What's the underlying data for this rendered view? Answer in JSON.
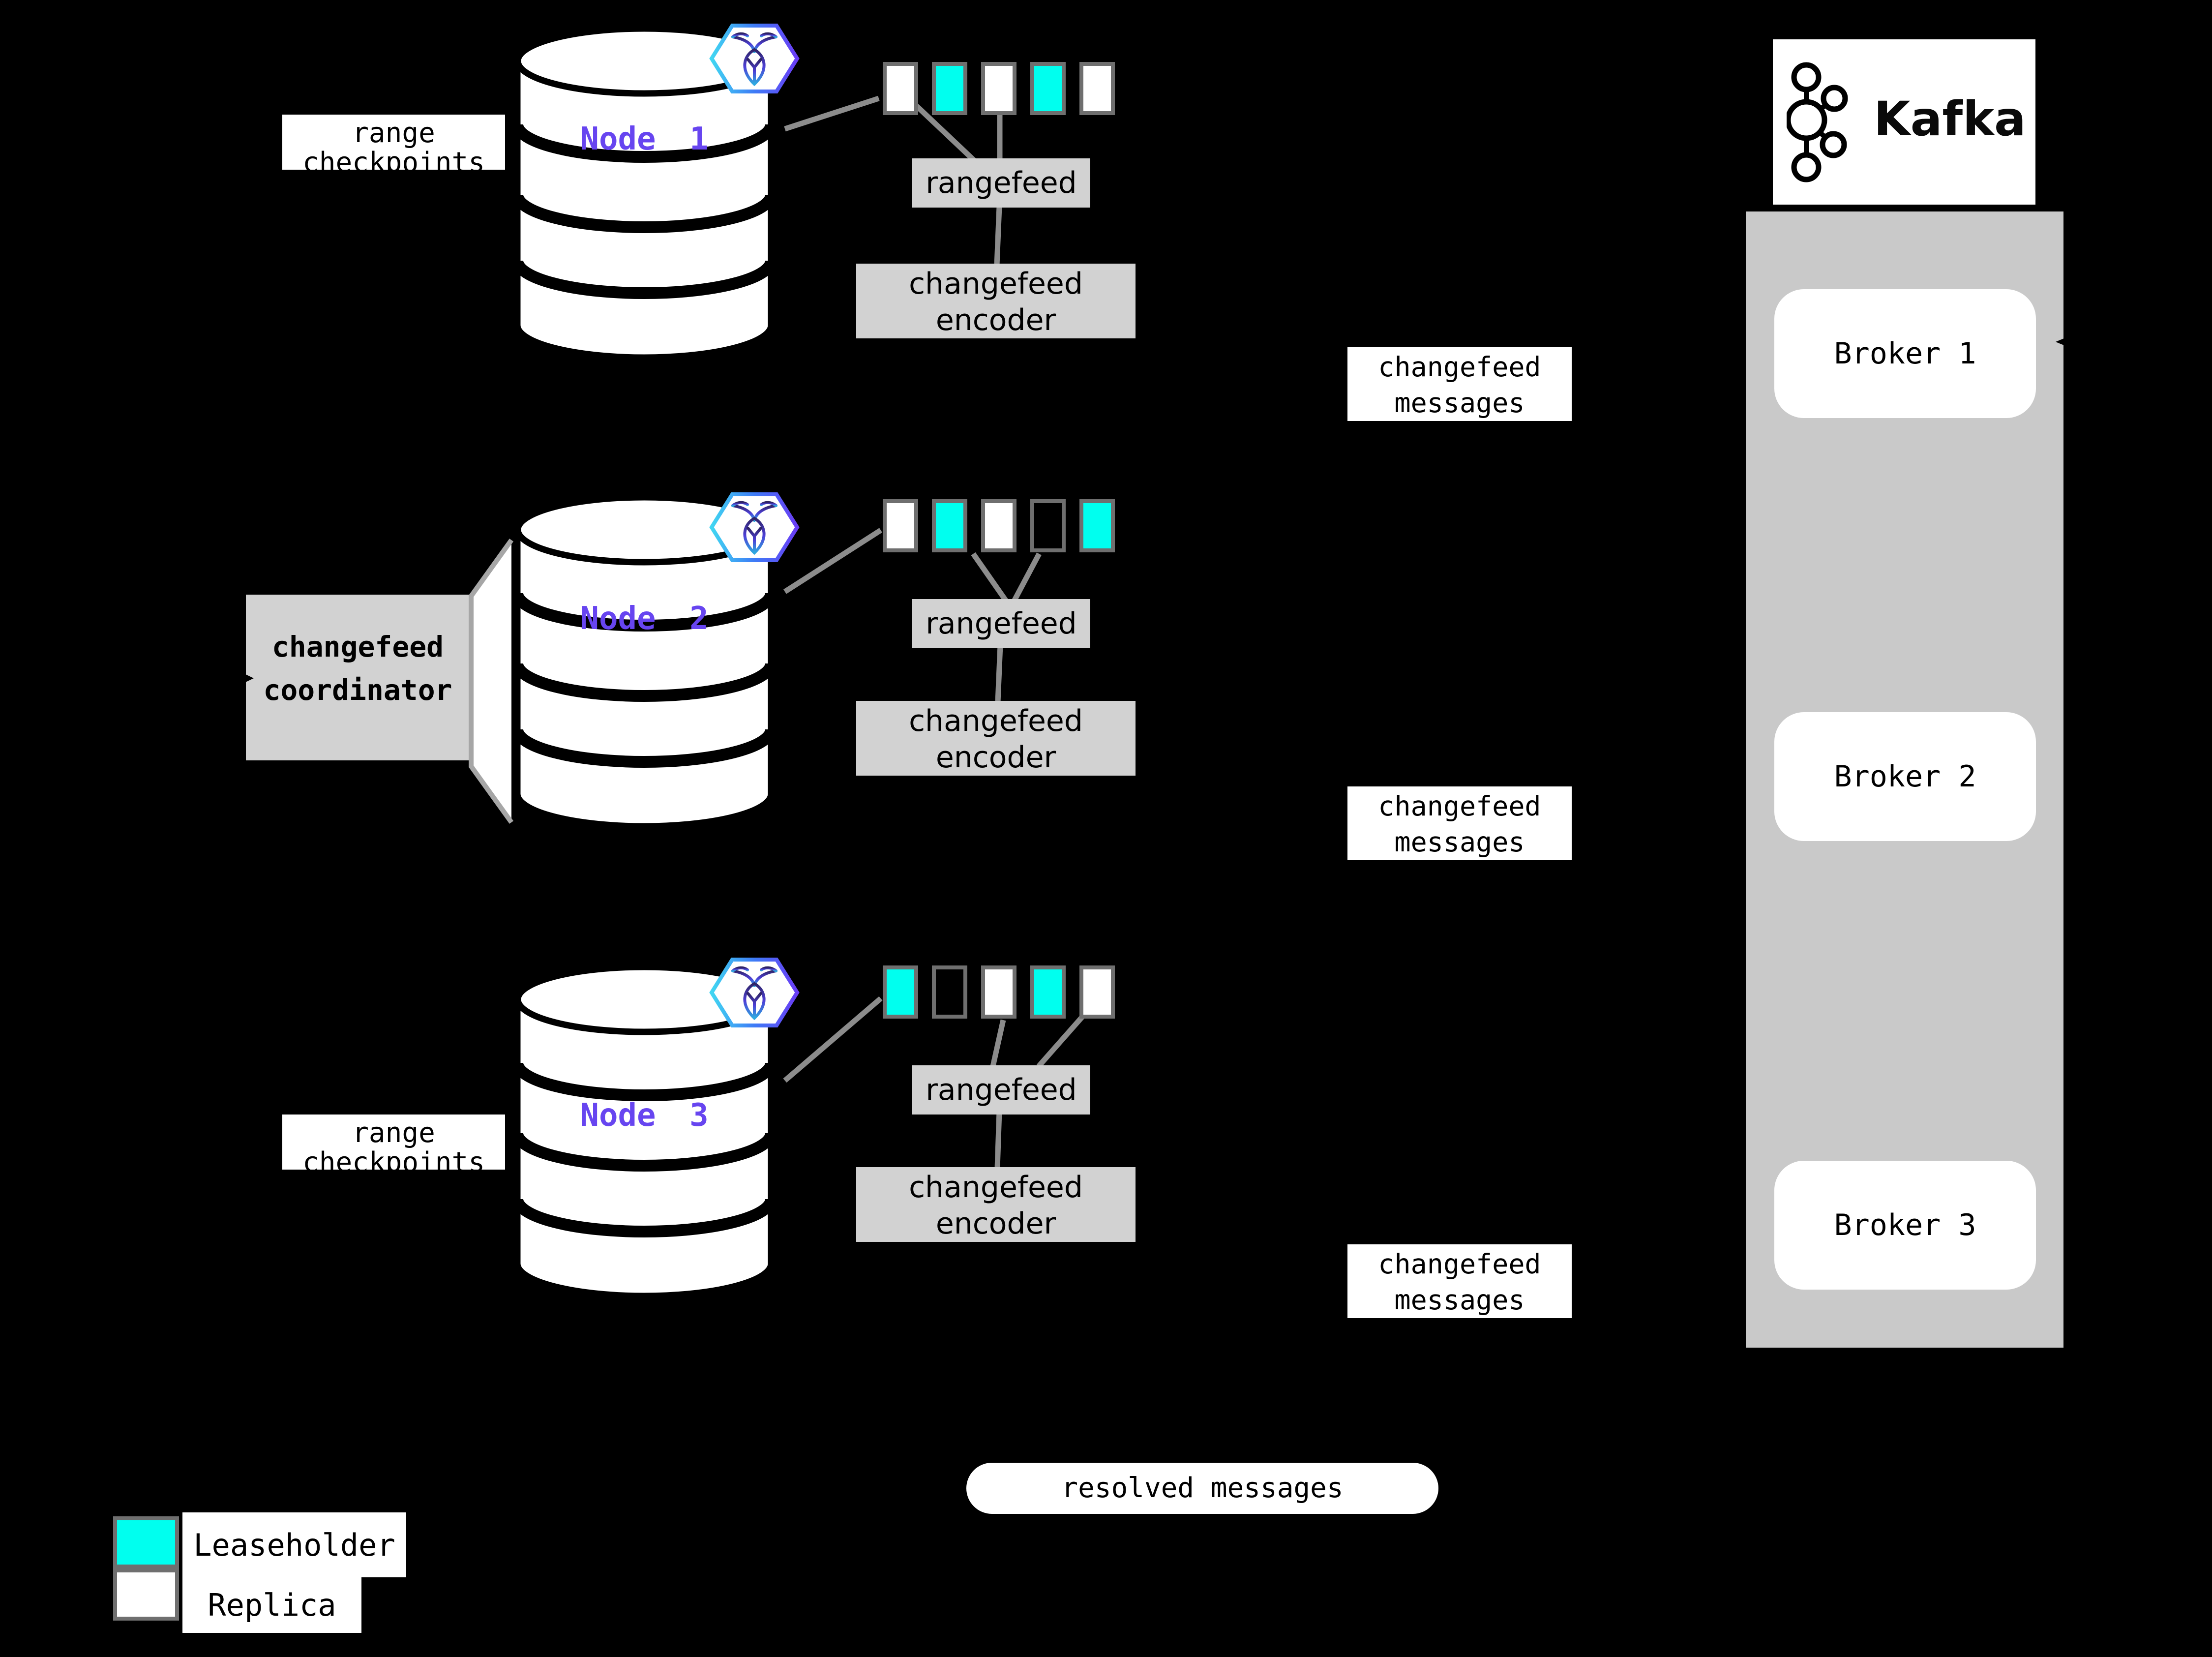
{
  "colors": {
    "background": "#000000",
    "leaseholder_fill": "#00ffef",
    "replica_fill": "#ffffff",
    "square_border": "#6f6f6f",
    "process_box_gray": "#d2d2d2",
    "kafka_container_gray": "#c9c9c9",
    "connector_gray": "#8c8c8c",
    "node_label_purple": "#6745f0",
    "hexagon_gradient_start": "#41d6f2",
    "hexagon_gradient_end": "#6a3df5",
    "text": "#000000"
  },
  "labels": {
    "range_checkpoints_line1": "range",
    "range_checkpoints_line2": "checkpoints",
    "coordinator_line1": "changefeed",
    "coordinator_line2": "coordinator",
    "rangefeed": "rangefeed",
    "encoder_line1": "changefeed",
    "encoder_line2": "encoder",
    "messages_line1": "changefeed",
    "messages_line2": "messages",
    "resolved_messages": "resolved messages"
  },
  "nodes": [
    {
      "label": "Node 1",
      "squares": [
        "replica",
        "leaseholder",
        "replica",
        "leaseholder",
        "replica"
      ]
    },
    {
      "label": "Node 2",
      "squares": [
        "replica",
        "leaseholder",
        "replica",
        "empty",
        "leaseholder"
      ]
    },
    {
      "label": "Node 3",
      "squares": [
        "leaseholder",
        "empty",
        "replica",
        "leaseholder",
        "replica"
      ]
    }
  ],
  "kafka": {
    "wordmark": "Kafka",
    "brokers": [
      "Broker 1",
      "Broker 2",
      "Broker 3"
    ]
  },
  "legend": {
    "leaseholder_label": "Leaseholder",
    "replica_label": "Replica"
  }
}
